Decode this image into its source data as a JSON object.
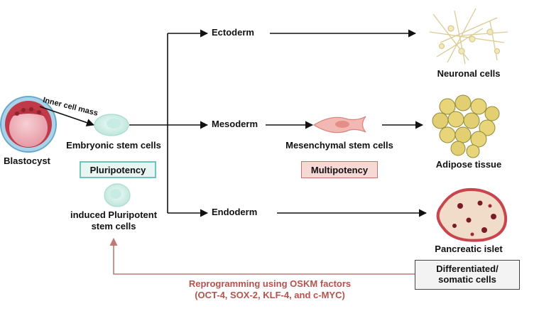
{
  "labels": {
    "inner_cell_mass": "Inner cell mass",
    "blastocyst": "Blastocyst",
    "embryonic_stem_cells": "Embryonic stem cells",
    "pluripotency": "Pluripotency",
    "ipsc_line1": "induced Pluripotent",
    "ipsc_line2": "stem cells",
    "ectoderm": "Ectoderm",
    "mesoderm": "Mesoderm",
    "endoderm": "Endoderm",
    "mesenchymal_stem_cells": "Mesenchymal stem cells",
    "multipotency": "Multipotency",
    "neuronal_cells": "Neuronal cells",
    "adipose_tissue": "Adipose tissue",
    "pancreatic_islet": "Pancreatic islet",
    "differentiated_line1": "Differentiated/",
    "differentiated_line2": "somatic cells",
    "reprogramming_line1": "Reprogramming using OSKM factors",
    "reprogramming_line2": "(OCT-4, SOX-2, KLF-4, and c-MYC)"
  },
  "colors": {
    "arrow": "#111111",
    "reprogramming_arrow": "#c07a74",
    "pluripotency_border": "#6ec6b8",
    "multipotency_fill": "#f6d8d5",
    "stem_cell_fill": "#d7f0ea",
    "blastocyst_outer": "#c13a4a",
    "blastocyst_rim": "#7fb9d8",
    "adipose_fill": "#e8d57a",
    "islet_fill": "#f1dcc9",
    "islet_rim": "#c9454d"
  },
  "icons": {
    "blastocyst": "blastocyst-icon",
    "embryonic_stem_cell": "stem-cell-icon",
    "ipsc": "ipsc-icon",
    "mesenchymal_cell": "mesenchymal-cell-icon",
    "neuronal_cells": "neuronal-cells-icon",
    "adipose_tissue": "adipose-tissue-icon",
    "pancreatic_islet": "pancreatic-islet-icon"
  }
}
